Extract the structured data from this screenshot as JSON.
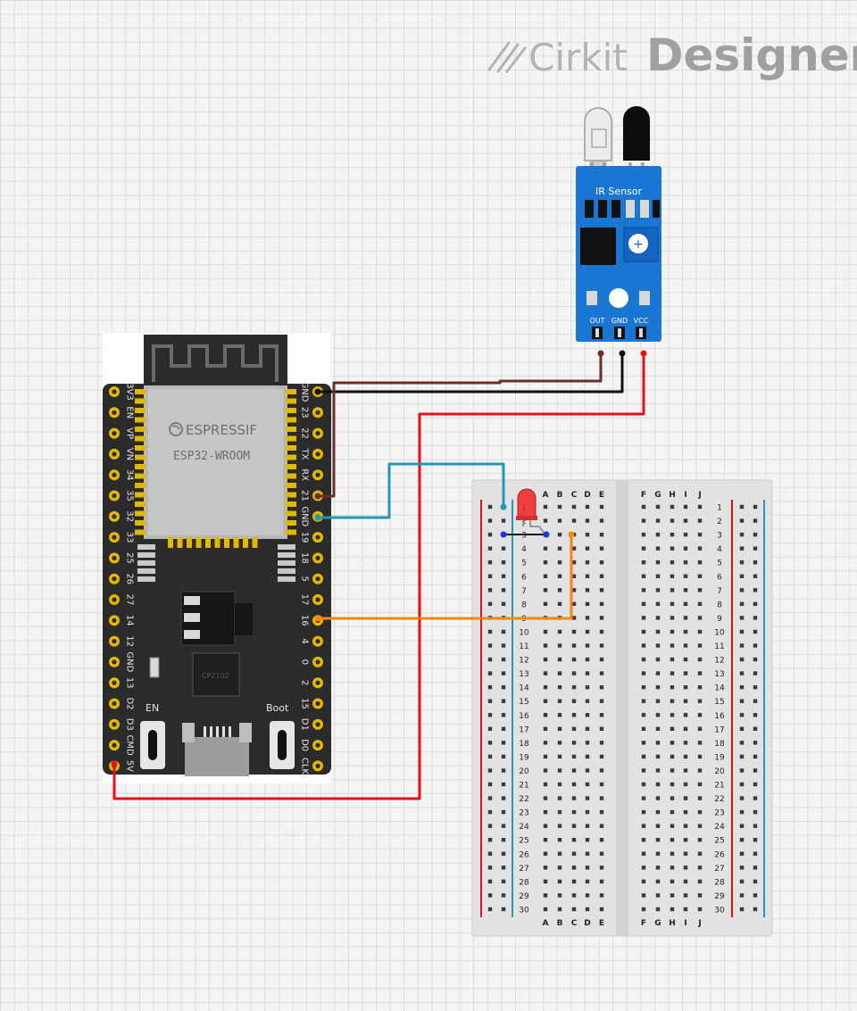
{
  "brand": {
    "cirkit": "Cirkit",
    "designer": "Designer"
  },
  "esp32": {
    "vendor": "ESPRESSIF",
    "module": "ESP32-WROOM",
    "chip": "CP2102",
    "en_label": "EN",
    "boot_label": "Boot",
    "left_pins": [
      "3V3",
      "EN",
      "VP",
      "VN",
      "34",
      "35",
      "32",
      "33",
      "25",
      "26",
      "27",
      "14",
      "12",
      "GND",
      "13",
      "D2",
      "D3",
      "CMD",
      "5V"
    ],
    "right_pins": [
      "GND",
      "23",
      "22",
      "TX",
      "RX",
      "21",
      "GND",
      "19",
      "18",
      "5",
      "17",
      "16",
      "4",
      "0",
      "2",
      "15",
      "D1",
      "D0",
      "CLK"
    ]
  },
  "ir_sensor": {
    "title": "IR Sensor",
    "pins": [
      "OUT",
      "GND",
      "VCC"
    ]
  },
  "breadboard": {
    "left_cols": [
      "A",
      "B",
      "C",
      "D",
      "E"
    ],
    "right_cols": [
      "F",
      "G",
      "H",
      "I",
      "J"
    ],
    "rows": 30
  },
  "colors": {
    "wire_red": "#e0131a",
    "wire_black": "#111111",
    "wire_brown": "#6b2f2a",
    "wire_cyan": "#2596b5",
    "wire_orange": "#f5870c",
    "wire_blue": "#1637d8",
    "sensor_blue": "#1976d2",
    "board_dark": "#2b2b2b"
  }
}
